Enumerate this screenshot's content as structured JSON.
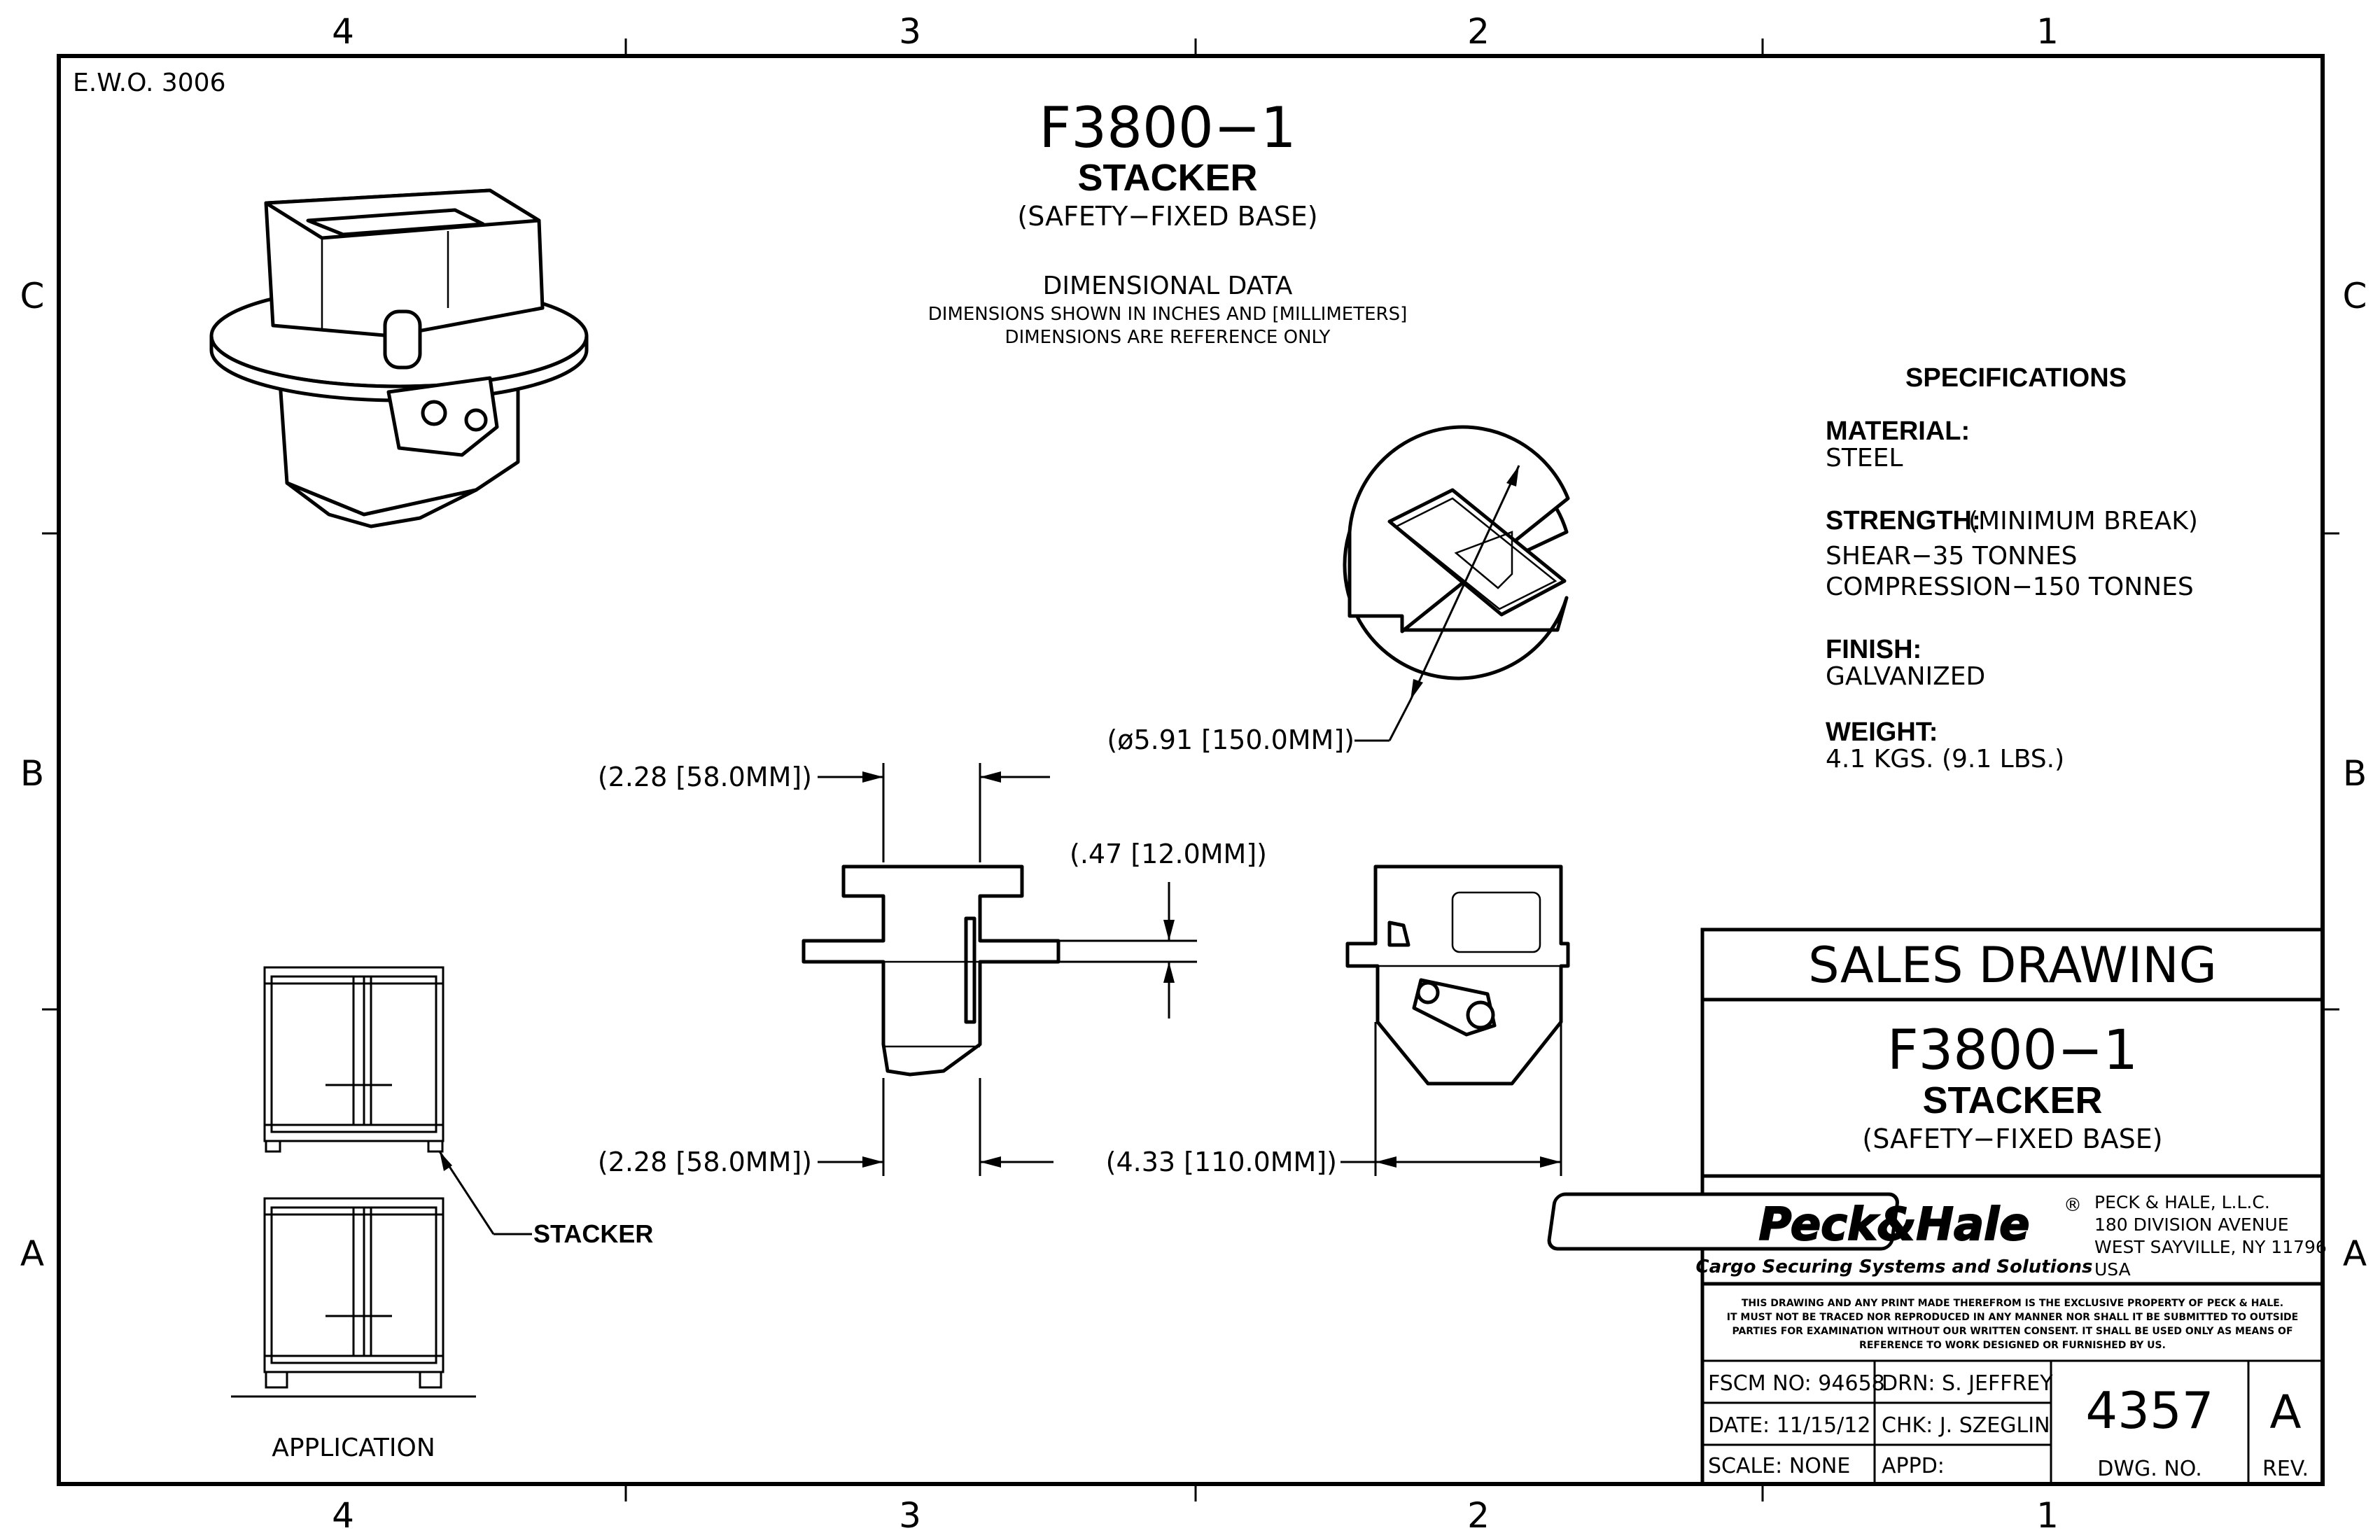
{
  "sheet": {
    "ewo": "E.W.O. 3006",
    "zone_cols_top": [
      "4",
      "3",
      "2",
      "1"
    ],
    "zone_cols_bottom": [
      "4",
      "3",
      "2",
      "1"
    ],
    "zone_rows_left": [
      "C",
      "B",
      "A"
    ],
    "zone_rows_right": [
      "C",
      "B",
      "A"
    ]
  },
  "header": {
    "part_no": "F3800−1",
    "name": "STACKER",
    "subtitle": "(SAFETY−FIXED BASE)",
    "dim_title": "DIMENSIONAL DATA",
    "dim_line1": "DIMENSIONS SHOWN IN INCHES AND [MILLIMETERS]",
    "dim_line2": "DIMENSIONS ARE REFERENCE ONLY"
  },
  "specs": {
    "title": "SPECIFICATIONS",
    "material_label": "MATERIAL:",
    "material_value": "STEEL",
    "strength_label": "STRENGTH:",
    "strength_note": "(MINIMUM BREAK)",
    "strength_shear": "SHEAR−35 TONNES",
    "strength_compression": "COMPRESSION−150 TONNES",
    "finish_label": "FINISH:",
    "finish_value": "GALVANIZED",
    "weight_label": "WEIGHT:",
    "weight_value": "4.1 KGS. (9.1 LBS.)"
  },
  "dimensions": {
    "top_width": "(2.28 [58.0MM])",
    "thickness": "(.47 [12.0MM])",
    "diameter": "(ø5.91 [150.0MM])",
    "bottom_width": "(2.28 [58.0MM])",
    "side_width": "(4.33 [110.0MM])"
  },
  "application": {
    "callout": "STACKER",
    "caption": "APPLICATION"
  },
  "title_block": {
    "drawing_type": "SALES DRAWING",
    "part_no": "F3800−1",
    "name": "STACKER",
    "subtitle": "(SAFETY−FIXED BASE)",
    "logo_text": "Peck&Hale",
    "logo_mark": "®",
    "tagline": "Cargo Securing Systems and Solutions",
    "address": [
      "PECK & HALE, L.L.C.",
      "180 DIVISION AVENUE",
      "WEST SAYVILLE, NY 11796",
      "USA"
    ],
    "notice": [
      "THIS DRAWING AND ANY PRINT MADE THEREFROM IS THE EXCLUSIVE PROPERTY OF PECK & HALE.",
      "IT MUST NOT BE TRACED NOR REPRODUCED IN ANY MANNER NOR SHALL IT BE SUBMITTED TO OUTSIDE",
      "PARTIES FOR EXAMINATION WITHOUT OUR WRITTEN CONSENT.  IT SHALL BE USED ONLY AS MEANS OF",
      "REFERENCE TO WORK DESIGNED OR FURNISHED BY US."
    ],
    "fscm": "FSCM NO: 94658",
    "date": "DATE: 11/15/12",
    "scale": "SCALE:  NONE",
    "drn": "DRN: S. JEFFREY",
    "chk": "CHK: J. SZEGLIN",
    "appd": "APPD:",
    "dwg_no_value": "4357",
    "dwg_no_label": "DWG. NO.",
    "rev_value": "A",
    "rev_label": "REV."
  }
}
